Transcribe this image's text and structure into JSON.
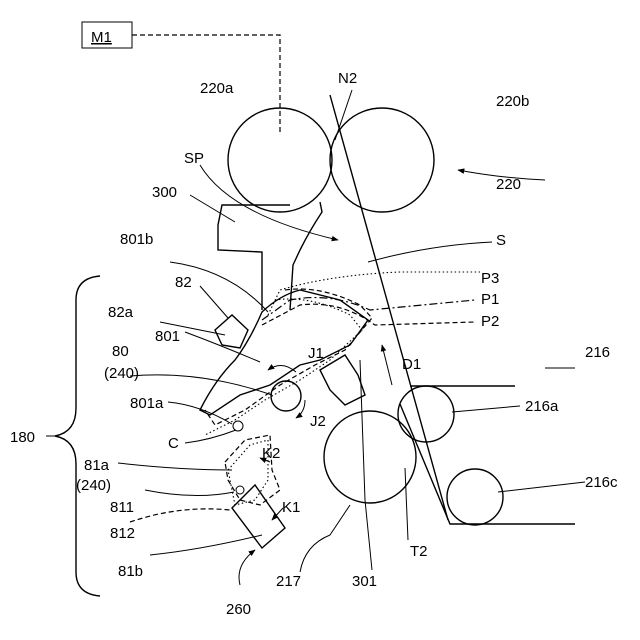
{
  "labels": {
    "m1": "M1",
    "n2": "N2",
    "r220a": "220a",
    "r220b": "220b",
    "r220": "220",
    "sp": "SP",
    "r300": "300",
    "r801b": "801b",
    "s": "S",
    "p3": "P3",
    "p1": "P1",
    "p2": "P2",
    "r82": "82",
    "r82a": "82a",
    "r801": "801",
    "j1": "J1",
    "d1": "D1",
    "r216": "216",
    "r80": "80",
    "r240a": "(240)",
    "r216a": "216a",
    "r801a": "801a",
    "j2": "J2",
    "r180": "180",
    "c": "C",
    "k2": "K2",
    "r81a": "81a",
    "r240b": "(240)",
    "r216c": "216c",
    "r811": "811",
    "k1": "K1",
    "r812": "812",
    "t2": "T2",
    "r81b": "81b",
    "r217": "217",
    "r301": "301",
    "r260": "260"
  }
}
